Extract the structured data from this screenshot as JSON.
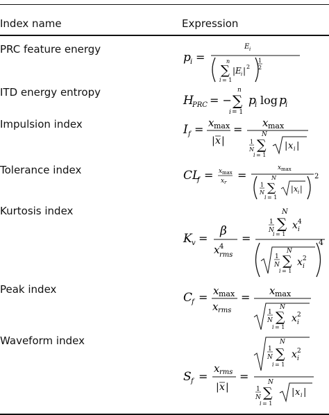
{
  "table": {
    "header": {
      "col1": "Index name",
      "col2": "Expression"
    },
    "rows": [
      {
        "name": "PRC feature energy",
        "formula": "p_i = E_i / ( ( sum_{i=1}^{n} |E_i|^2 ) )^{1/2}"
      },
      {
        "name": "ITD energy entropy",
        "formula": "H_PRC = - sum_{i=1}^{n} p_i log p_i"
      },
      {
        "name": "Impulsion index",
        "formula": "I_f = x_max / |x̄| = x_max / ( (1/N) sum_{i=1}^{N} sqrt(|x_i|) )"
      },
      {
        "name": "Tolerance index",
        "formula": "CL_f = x_max / x_r = x_max / ( (1/N) sum_{i=1}^{N} sqrt(|x_i|) )^2"
      },
      {
        "name": "Kurtosis index",
        "formula": "K_v = beta / x_rms^4 = ( (1/N) sum_{i=1}^{N} x_i^4 ) / ( sqrt( (1/N) sum_{i=1}^{N} x_i^2 ) )^4"
      },
      {
        "name": "Peak index",
        "formula": "C_f = x_max / x_rms = x_max / sqrt( (1/N) sum_{i=1}^{N} x_i^2 )"
      },
      {
        "name": "Waveform index",
        "formula": "S_f = x_rms / |x̄| = sqrt( (1/N) sum_{i=1}^{N} x_i^2 ) / ( (1/N) sum_{i=1}^{N} sqrt(|x_i|) )"
      }
    ]
  }
}
